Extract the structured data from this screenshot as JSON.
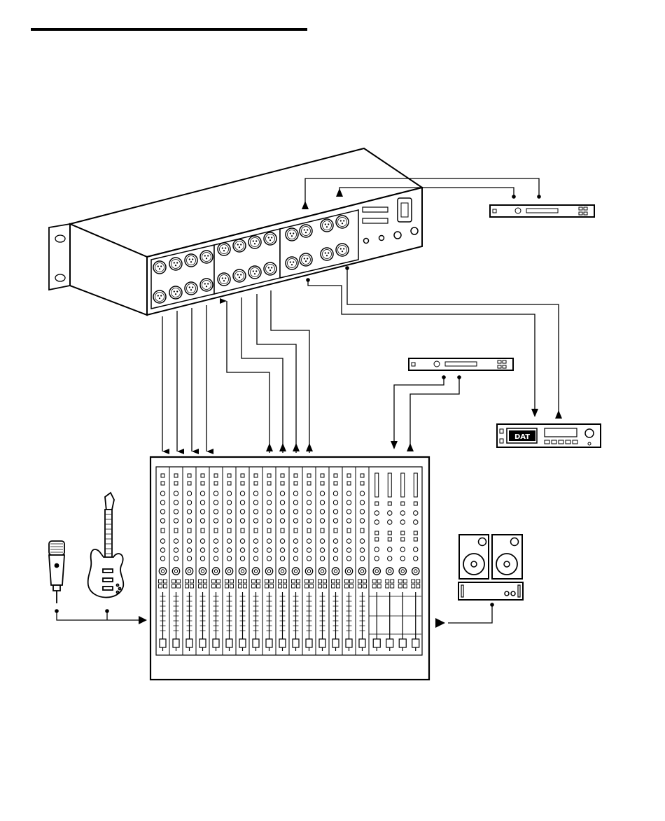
{
  "figure": {
    "dat_label": "DAT"
  },
  "colors": {
    "ink": "#000000",
    "paper": "#ffffff"
  },
  "icons": {
    "microphone": "microphone-icon",
    "guitar": "electric-guitar-icon",
    "speakers": "studio-monitor-speaker-icon",
    "amplifier": "power-amplifier-icon"
  },
  "mixer": {
    "input_channels": 16,
    "bus_channels": 4
  }
}
